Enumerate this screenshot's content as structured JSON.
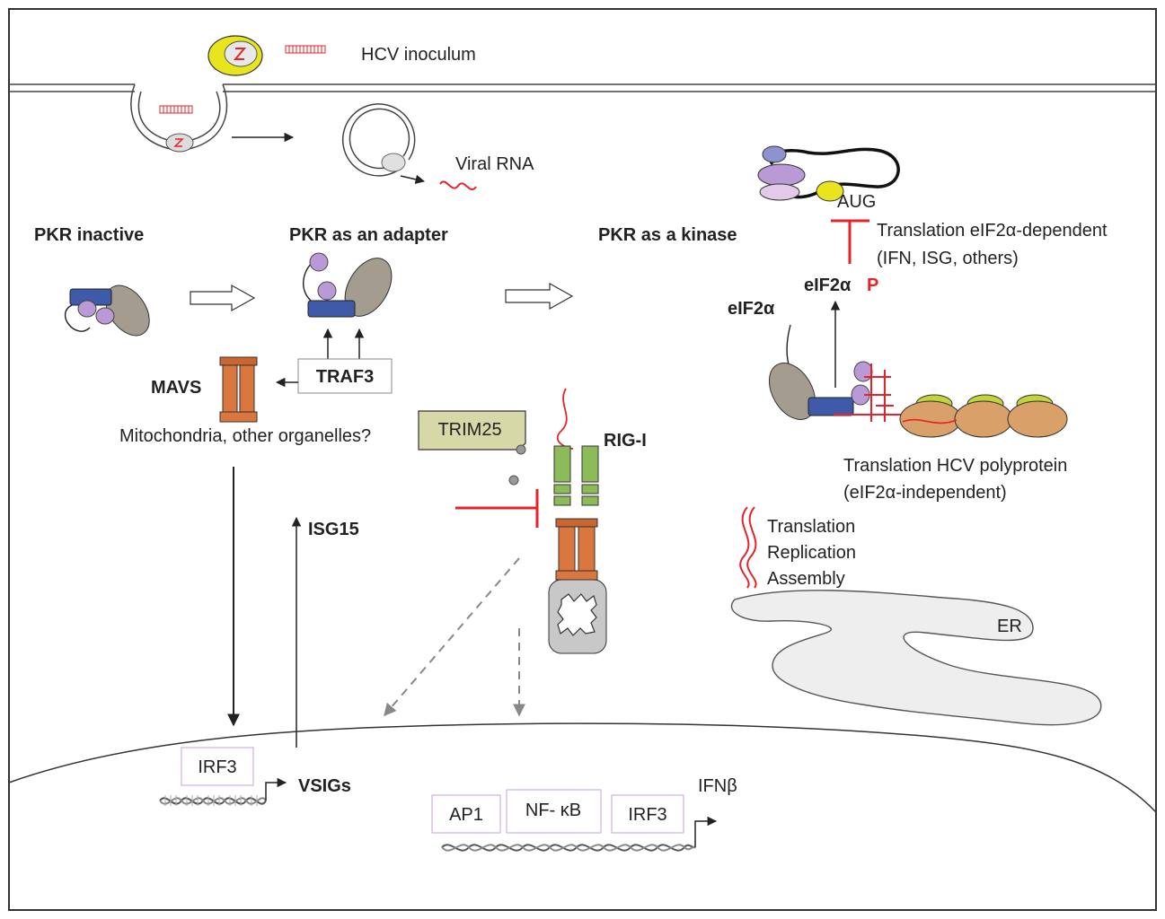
{
  "inoculum": {
    "label": "HCV inoculum"
  },
  "viral_rna": {
    "label": "Viral RNA"
  },
  "states": {
    "inactive": "PKR inactive",
    "adapter": "PKR as an adapter",
    "kinase": "PKR as a kinase"
  },
  "translation_host": {
    "aug": "AUG",
    "line1": "Translation eIF2α-dependent",
    "line2": "(IFN, ISG, others)"
  },
  "eif2a": {
    "free": "eIF2α",
    "phos": "eIF2α",
    "p": "P"
  },
  "adapter_partners": {
    "traf3": "TRAF3",
    "mavs": "MAVS",
    "organelles": "Mitochondria, other organelles?"
  },
  "rigi": {
    "trim25": "TRIM25",
    "rigi": "RIG-I"
  },
  "hcv_translation": {
    "line1": "Translation HCV polyprotein",
    "line2": "(eIF2α-independent)"
  },
  "hcv_cycle": [
    "Translation",
    "Replication",
    "Assembly"
  ],
  "er": {
    "label": "ER"
  },
  "isg15": {
    "label": "ISG15"
  },
  "nucleus": {
    "irf3_left": "IRF3",
    "vsigs": "VSIGs",
    "tf_boxes": [
      "AP1",
      "NF- κB",
      "IRF3"
    ],
    "ifnb": "IFNβ"
  },
  "colors": {
    "red": "#e5232a",
    "mavs_orange": "#d9773f",
    "rigi_green": "#8dbb5a",
    "pkr_blue": "#3e5aa8",
    "lilac": "#b99ad6",
    "grey_blob": "#a49c8e",
    "yellow": "#e8e41e",
    "ribosome_tan": "#d9a069",
    "ribosome_green": "#c1d43a",
    "trim25": "#d6d8a8",
    "er_fill": "#eeeeee"
  }
}
